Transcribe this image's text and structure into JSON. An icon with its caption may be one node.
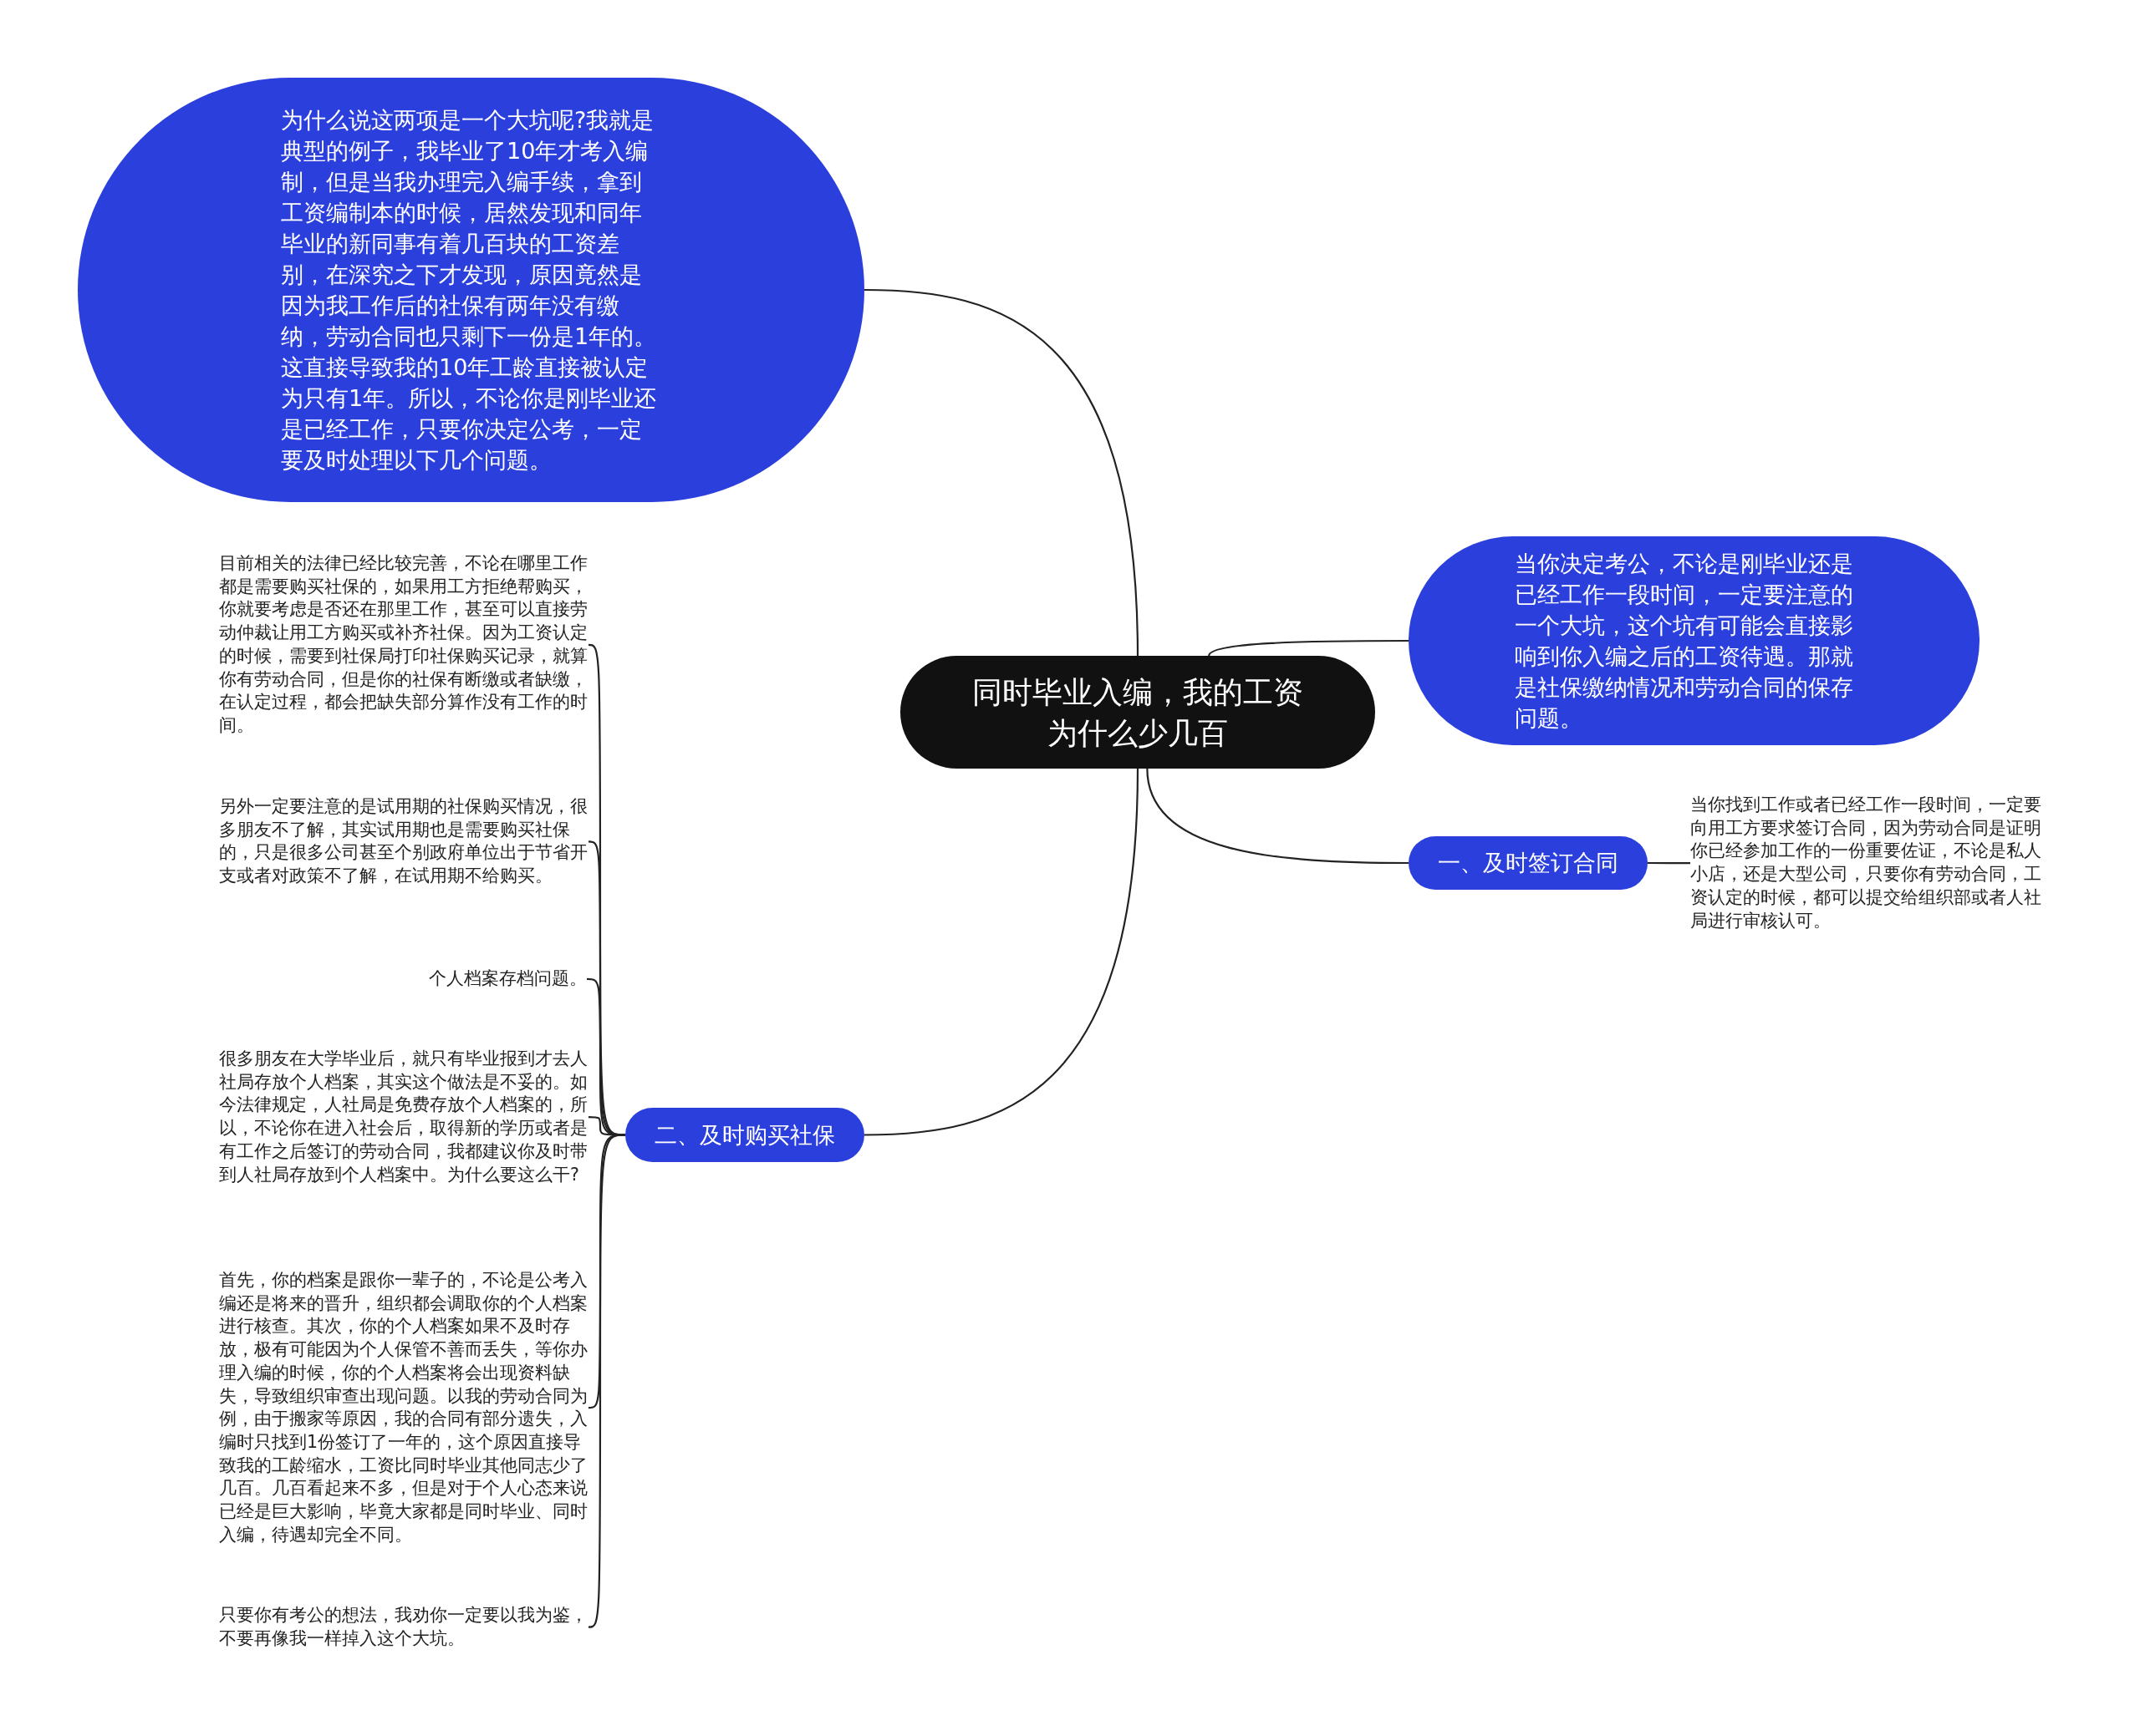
{
  "diagram": {
    "nodes": [
      {
        "text": [
          "同时毕业入编，我的工资为什么少几百"
        ]
      },
      {
        "text": [
          "为什么说这两项是一个大坑呢?我就是典型的例子，我毕业了10年才考入编制，但是当我办理完入编手续，拿到工资编制本的时候，居然发现和同年毕业的新同事有着几百块的工资差别，在深究之下才发现，原因竟然是因为我工作后的社保有两年没有缴纳，劳动合同也只剩下一份是1年的。这直接导致我的10年工龄直接被认定为只有1年。所以，不论你是刚毕业还是已经工作，只要你决定公考，一定要及时处理以下几个问题。"
        ]
      },
      {
        "text": [
          "当你决定考公，不论是刚毕业还是已经工作一段时间，一定要注意的一个大坑，这个坑有可能会直接影响到你入编之后的工资待遇。那就是社保缴纳情况和劳动合同的保存问题。"
        ]
      },
      {
        "text": [
          "一、及时签订合同"
        ]
      },
      {
        "text": [
          "当你找到工作或者已经工作一段时间，一定要向用工方要求签订合同，因为劳动合同是证明你已经参加工作的一份重要佐证，不论是私人小店，还是大型公司，只要你有劳动合同，工资认定的时候，都可以提交给组织部或者人社局进行审核认可。"
        ]
      },
      {
        "text": [
          "二、及时购买社保"
        ]
      },
      {
        "text": [
          "目前相关的法律已经比较完善，不论在哪里工作都是需要购买社保的，如果用工方拒绝帮购买，你就要考虑是否还在那里工作，甚至可以直接劳动仲裁让用工方购买或补齐社保。因为工资认定的时候，需要到社保局打印社保购买记录，就算你有劳动合同，但是你的社保有断缴或者缺缴，在认定过程，都会把缺失部分算作没有工作的时间。"
        ]
      },
      {
        "text": [
          "另外一定要注意的是试用期的社保购买情况，很多朋友不了解，其实试用期也是需要购买社保的，只是很多公司甚至个别政府单位出于节省开支或者对政策不了解，在试用期不给购买。"
        ]
      },
      {
        "text": [
          "个人档案存档问题。"
        ]
      },
      {
        "text": [
          "很多朋友在大学毕业后，就只有毕业报到才去人社局存放个人档案，其实这个做法是不妥的。如今法律规定，人社局是免费存放个人档案的，所以，不论你在进入社会后，取得新的学历或者是有工作之后签订的劳动合同，我都建议你及时带到人社局存放到个人档案中。为什么要这么干?"
        ]
      },
      {
        "text": [
          "首先，你的档案是跟你一辈子的，不论是公考入编还是将来的晋升，组织都会调取你的个人档案进行核查。其次，你的个人档案如果不及时存放，极有可能因为个人保管不善而丢失，等你办理入编的时候，你的个人档案将会出现资料缺失，导致组织审查出现问题。以我的劳动合同为例，由于搬家等原因，我的合同有部分遗失，入编时只找到1份签订了一年的，这个原因直接导致我的工龄缩水，工资比同时毕业其他同志少了几百。几百看起来不多，但是对于个人心态来说已经是巨大影响，毕竟大家都是同时毕业、同时入编，待遇却完全不同。"
        ]
      },
      {
        "text": [
          "只要你有考公的想法，我劝你一定要以我为鉴，不要再像我一样掉入这个大坑。"
        ]
      }
    ],
    "edges": [
      {
        "from": 0,
        "to": 1,
        "arrow": "none"
      },
      {
        "from": 0,
        "to": 2,
        "arrow": "none"
      },
      {
        "from": 0,
        "to": 3,
        "arrow": "none"
      },
      {
        "from": 3,
        "to": 4,
        "arrow": "none"
      },
      {
        "from": 0,
        "to": 5,
        "arrow": "none"
      },
      {
        "from": 5,
        "to": 6,
        "arrow": "none"
      },
      {
        "from": 5,
        "to": 7,
        "arrow": "none"
      },
      {
        "from": 5,
        "to": 8,
        "arrow": "none"
      },
      {
        "from": 5,
        "to": 9,
        "arrow": "none"
      },
      {
        "from": 5,
        "to": 10,
        "arrow": "none"
      },
      {
        "from": 5,
        "to": 11,
        "arrow": "none"
      }
    ]
  }
}
